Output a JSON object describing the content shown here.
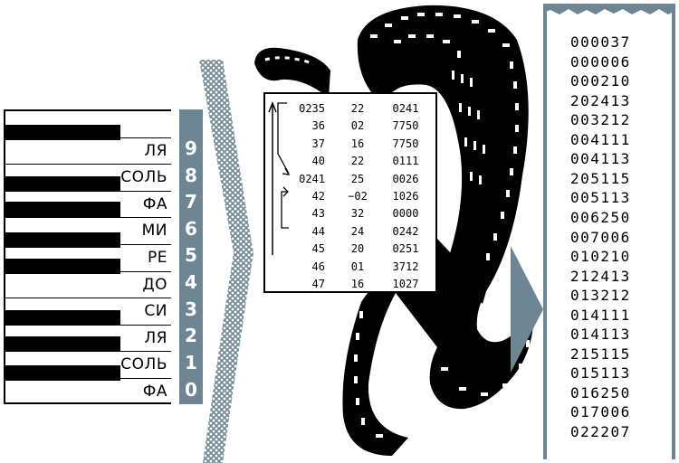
{
  "piano": {
    "notes": [
      "ФА",
      "СОЛЬ",
      "ЛЯ",
      "СИ",
      "ДО",
      "РЕ",
      "МИ",
      "ФА",
      "СОЛЬ",
      "ЛЯ"
    ],
    "digits": [
      "0",
      "1",
      "2",
      "3",
      "4",
      "5",
      "6",
      "7",
      "8",
      "9"
    ]
  },
  "program": {
    "rows": [
      [
        "0235",
        "22",
        "0241"
      ],
      [
        "36",
        "02",
        "7750"
      ],
      [
        "37",
        "16",
        "7750"
      ],
      [
        "40",
        "22",
        "0111"
      ],
      [
        "0241",
        "25",
        "0026"
      ],
      [
        "42",
        "−02",
        "1026"
      ],
      [
        "43",
        "32",
        "0000"
      ],
      [
        "44",
        "24",
        "0242"
      ],
      [
        "45",
        "20",
        "0251"
      ],
      [
        "46",
        "01",
        "3712"
      ],
      [
        "47",
        "16",
        "1027"
      ]
    ]
  },
  "tape": {
    "codes": [
      "000037",
      "000006",
      "000210",
      "202413",
      "003212",
      "004111",
      "004113",
      "205115",
      "005113",
      "006250",
      "007006",
      "010210",
      "212413",
      "013212",
      "014111",
      "014113",
      "215115",
      "015113",
      "016250",
      "017006",
      "022207"
    ]
  },
  "colors": {
    "accent": "#6e8593",
    "ink": "#000000",
    "paper": "#ffffff"
  }
}
